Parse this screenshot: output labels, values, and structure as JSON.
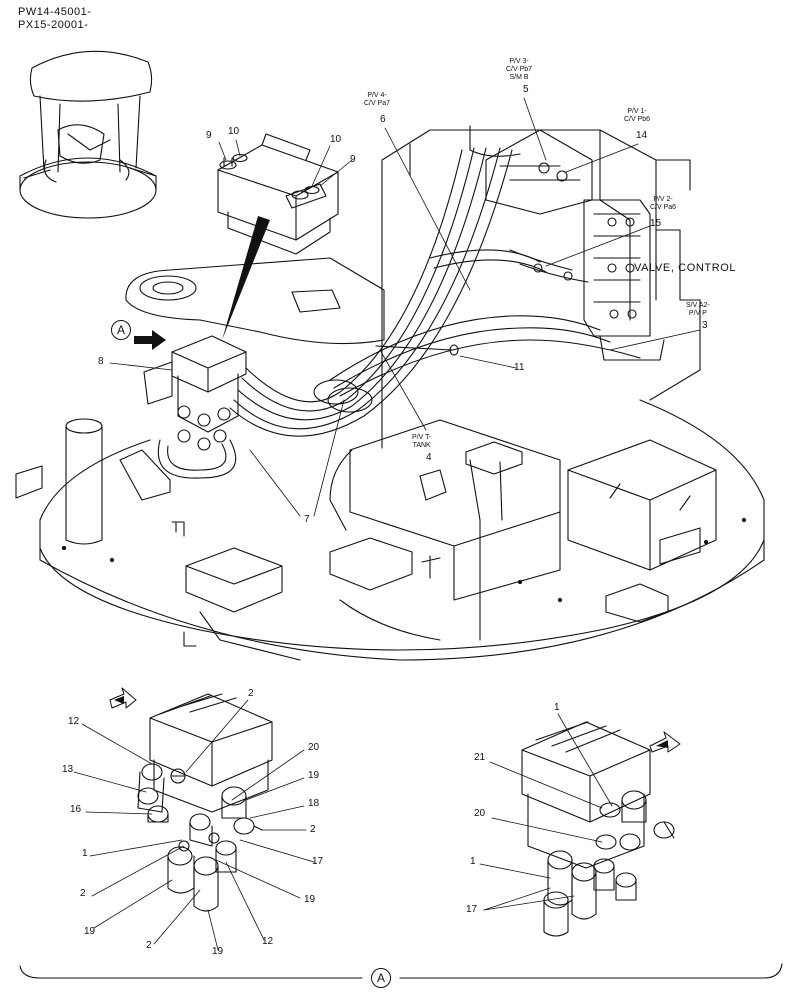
{
  "header": {
    "line1": "PW14-45001-",
    "line2": "PX15-20001-"
  },
  "valve_title": "VALVE, CONTROL",
  "view_marker": "A",
  "callouts": {
    "p5": [
      "P/V 3-",
      "C/V Pb7",
      "S/M B"
    ],
    "p6": [
      "P/V 4-",
      "C/V Pa7"
    ],
    "p14": [
      "P/V 1-",
      "C/V Pb6"
    ],
    "p15": [
      "P/V 2-",
      "C/V Pa6"
    ],
    "p3": [
      "S/V A2-",
      "P/V P"
    ],
    "p4": [
      "P/V T-",
      "TANK"
    ]
  },
  "numbers": {
    "n9a": "9",
    "n10a": "10",
    "n10b": "10",
    "n9b": "9",
    "n5": "5",
    "n6": "6",
    "n14": "14",
    "n15": "15",
    "n3": "3",
    "n11": "11",
    "n4": "4",
    "n8": "8",
    "n7": "7",
    "l2a": "2",
    "l12a": "12",
    "l20a": "20",
    "l13": "13",
    "l19a": "19",
    "l16": "16",
    "l18": "18",
    "l2b": "2",
    "l1a": "1",
    "l17a": "17",
    "l2c": "2",
    "l19b": "19",
    "l19c": "19",
    "l12b": "12",
    "l2d": "2",
    "l19d": "19",
    "r1a": "1",
    "r21": "21",
    "r20": "20",
    "r1b": "1",
    "r17": "17"
  }
}
